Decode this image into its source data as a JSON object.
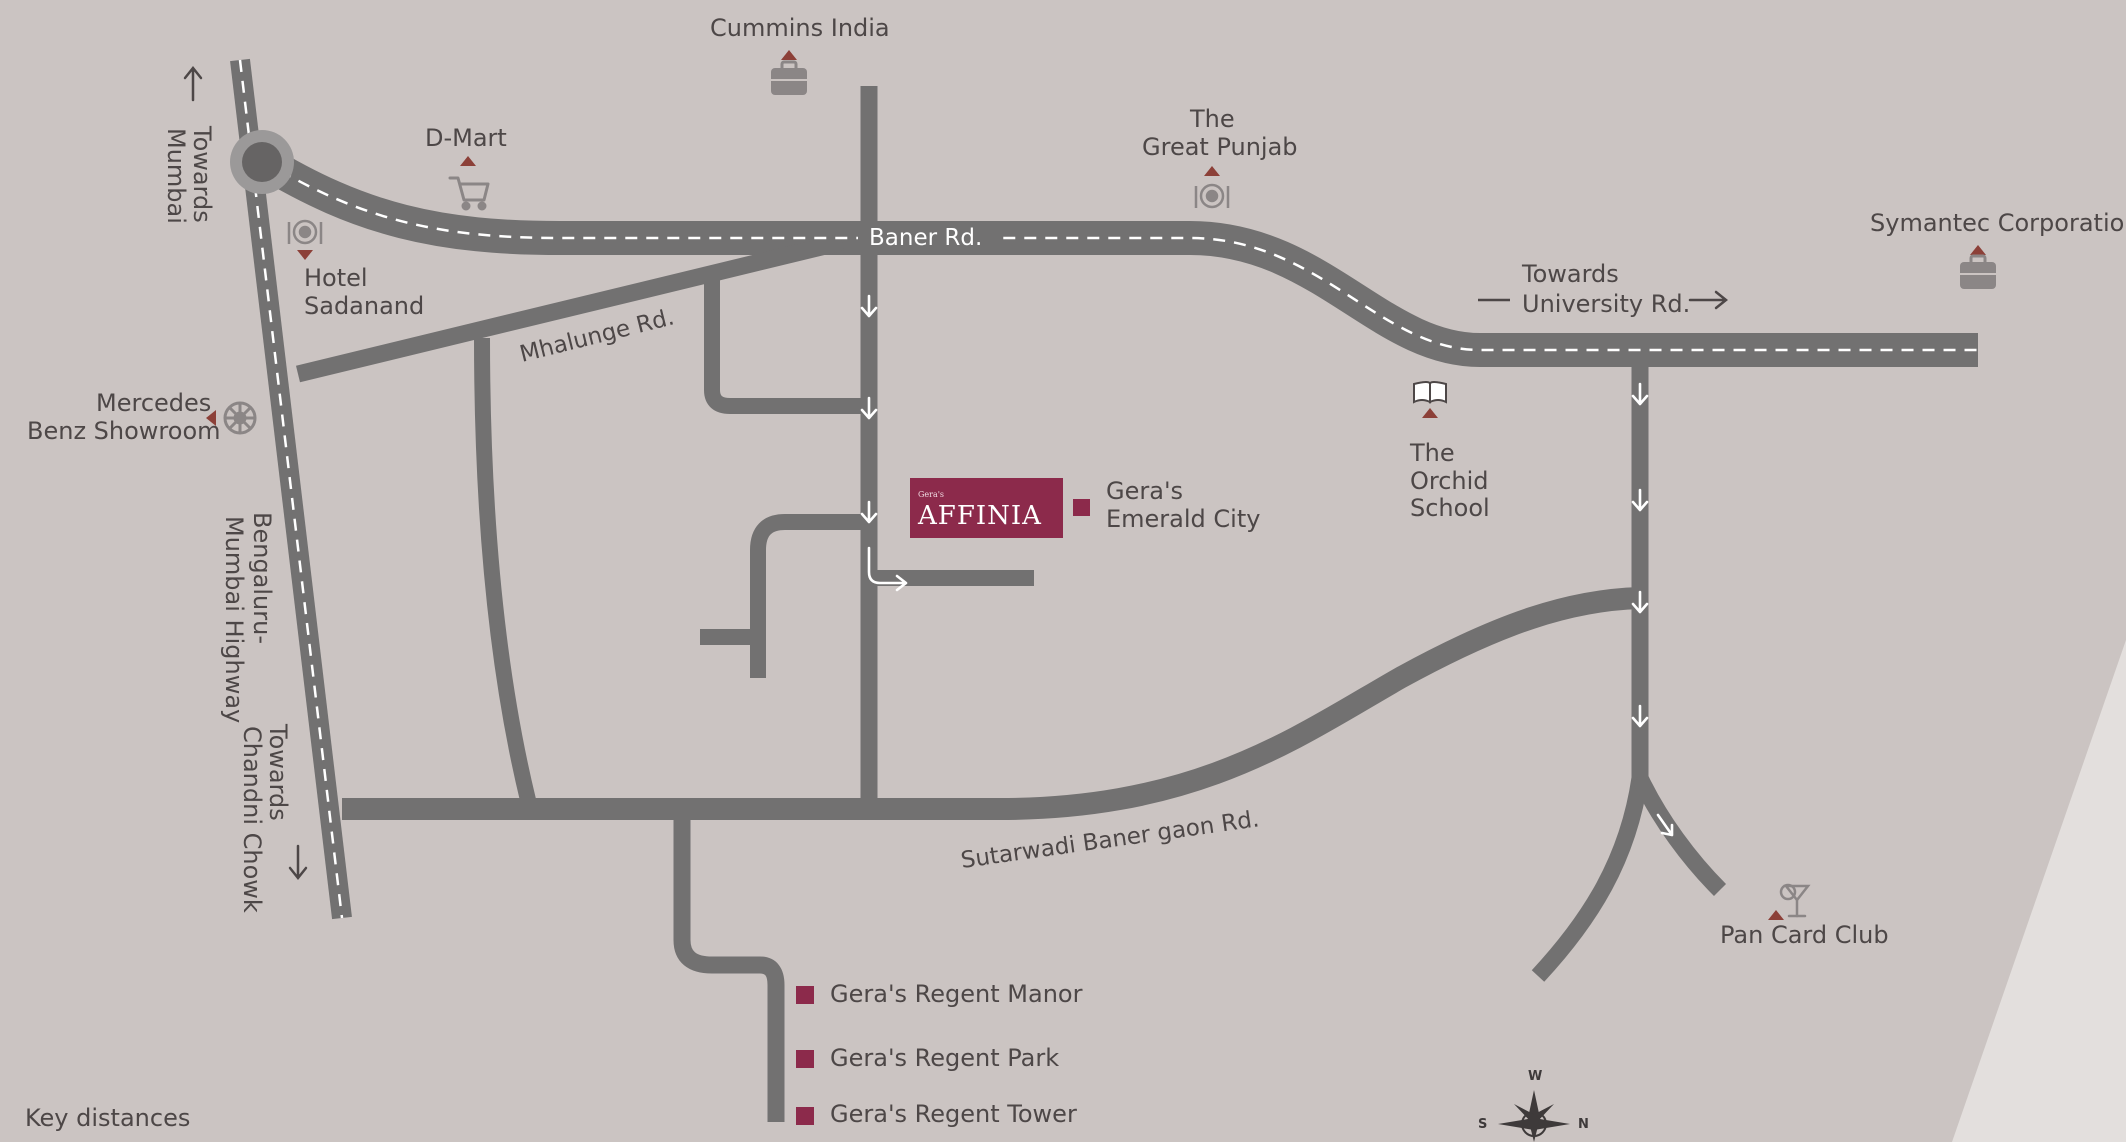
{
  "map": {
    "roads": {
      "baner": "Baner Rd.",
      "mhalunge": "Mhalunge Rd.",
      "sutarwadi": "Sutarwadi Baner gaon Rd.",
      "highway_line1": "Bengaluru-",
      "highway_line2": "Mumbai Highway"
    },
    "directions": {
      "mumbai_line1": "Towards",
      "mumbai_line2": "Mumbai",
      "chandni_line1": "Towards",
      "chandni_line2": "Chandni Chowk",
      "university_line1": "Towards",
      "university_line2": "University Rd."
    },
    "landmarks": {
      "cummins": "Cummins India",
      "dmart": "D-Mart",
      "great_punjab_line1": "The",
      "great_punjab_line2": "Great Punjab",
      "symantec": "Symantec Corporation",
      "hotel_line1": "Hotel",
      "hotel_line2": "Sadanand",
      "mercedes_line1": "Mercedes",
      "mercedes_line2": "Benz Showroom",
      "orchid_line1": "The",
      "orchid_line2": "Orchid",
      "orchid_line3": "School",
      "pan_card": "Pan Card Club"
    },
    "projects": {
      "logo_small": "Gera's",
      "logo_main": "AFFINIA",
      "emerald_line1": "Gera's",
      "emerald_line2": "Emerald City",
      "regent_manor": "Gera's Regent Manor",
      "regent_park": "Gera's Regent Park",
      "regent_tower": "Gera's Regent Tower"
    },
    "compass": {
      "w": "W",
      "s": "S",
      "n": "N"
    },
    "footer": {
      "key_distances": "Key distances"
    },
    "colors": {
      "background": "#cbc4c2",
      "road": "#727171",
      "text": "#4d4747",
      "marker": "#8c4038",
      "brand": "#8c2a4b",
      "icon": "#8b8686"
    }
  }
}
